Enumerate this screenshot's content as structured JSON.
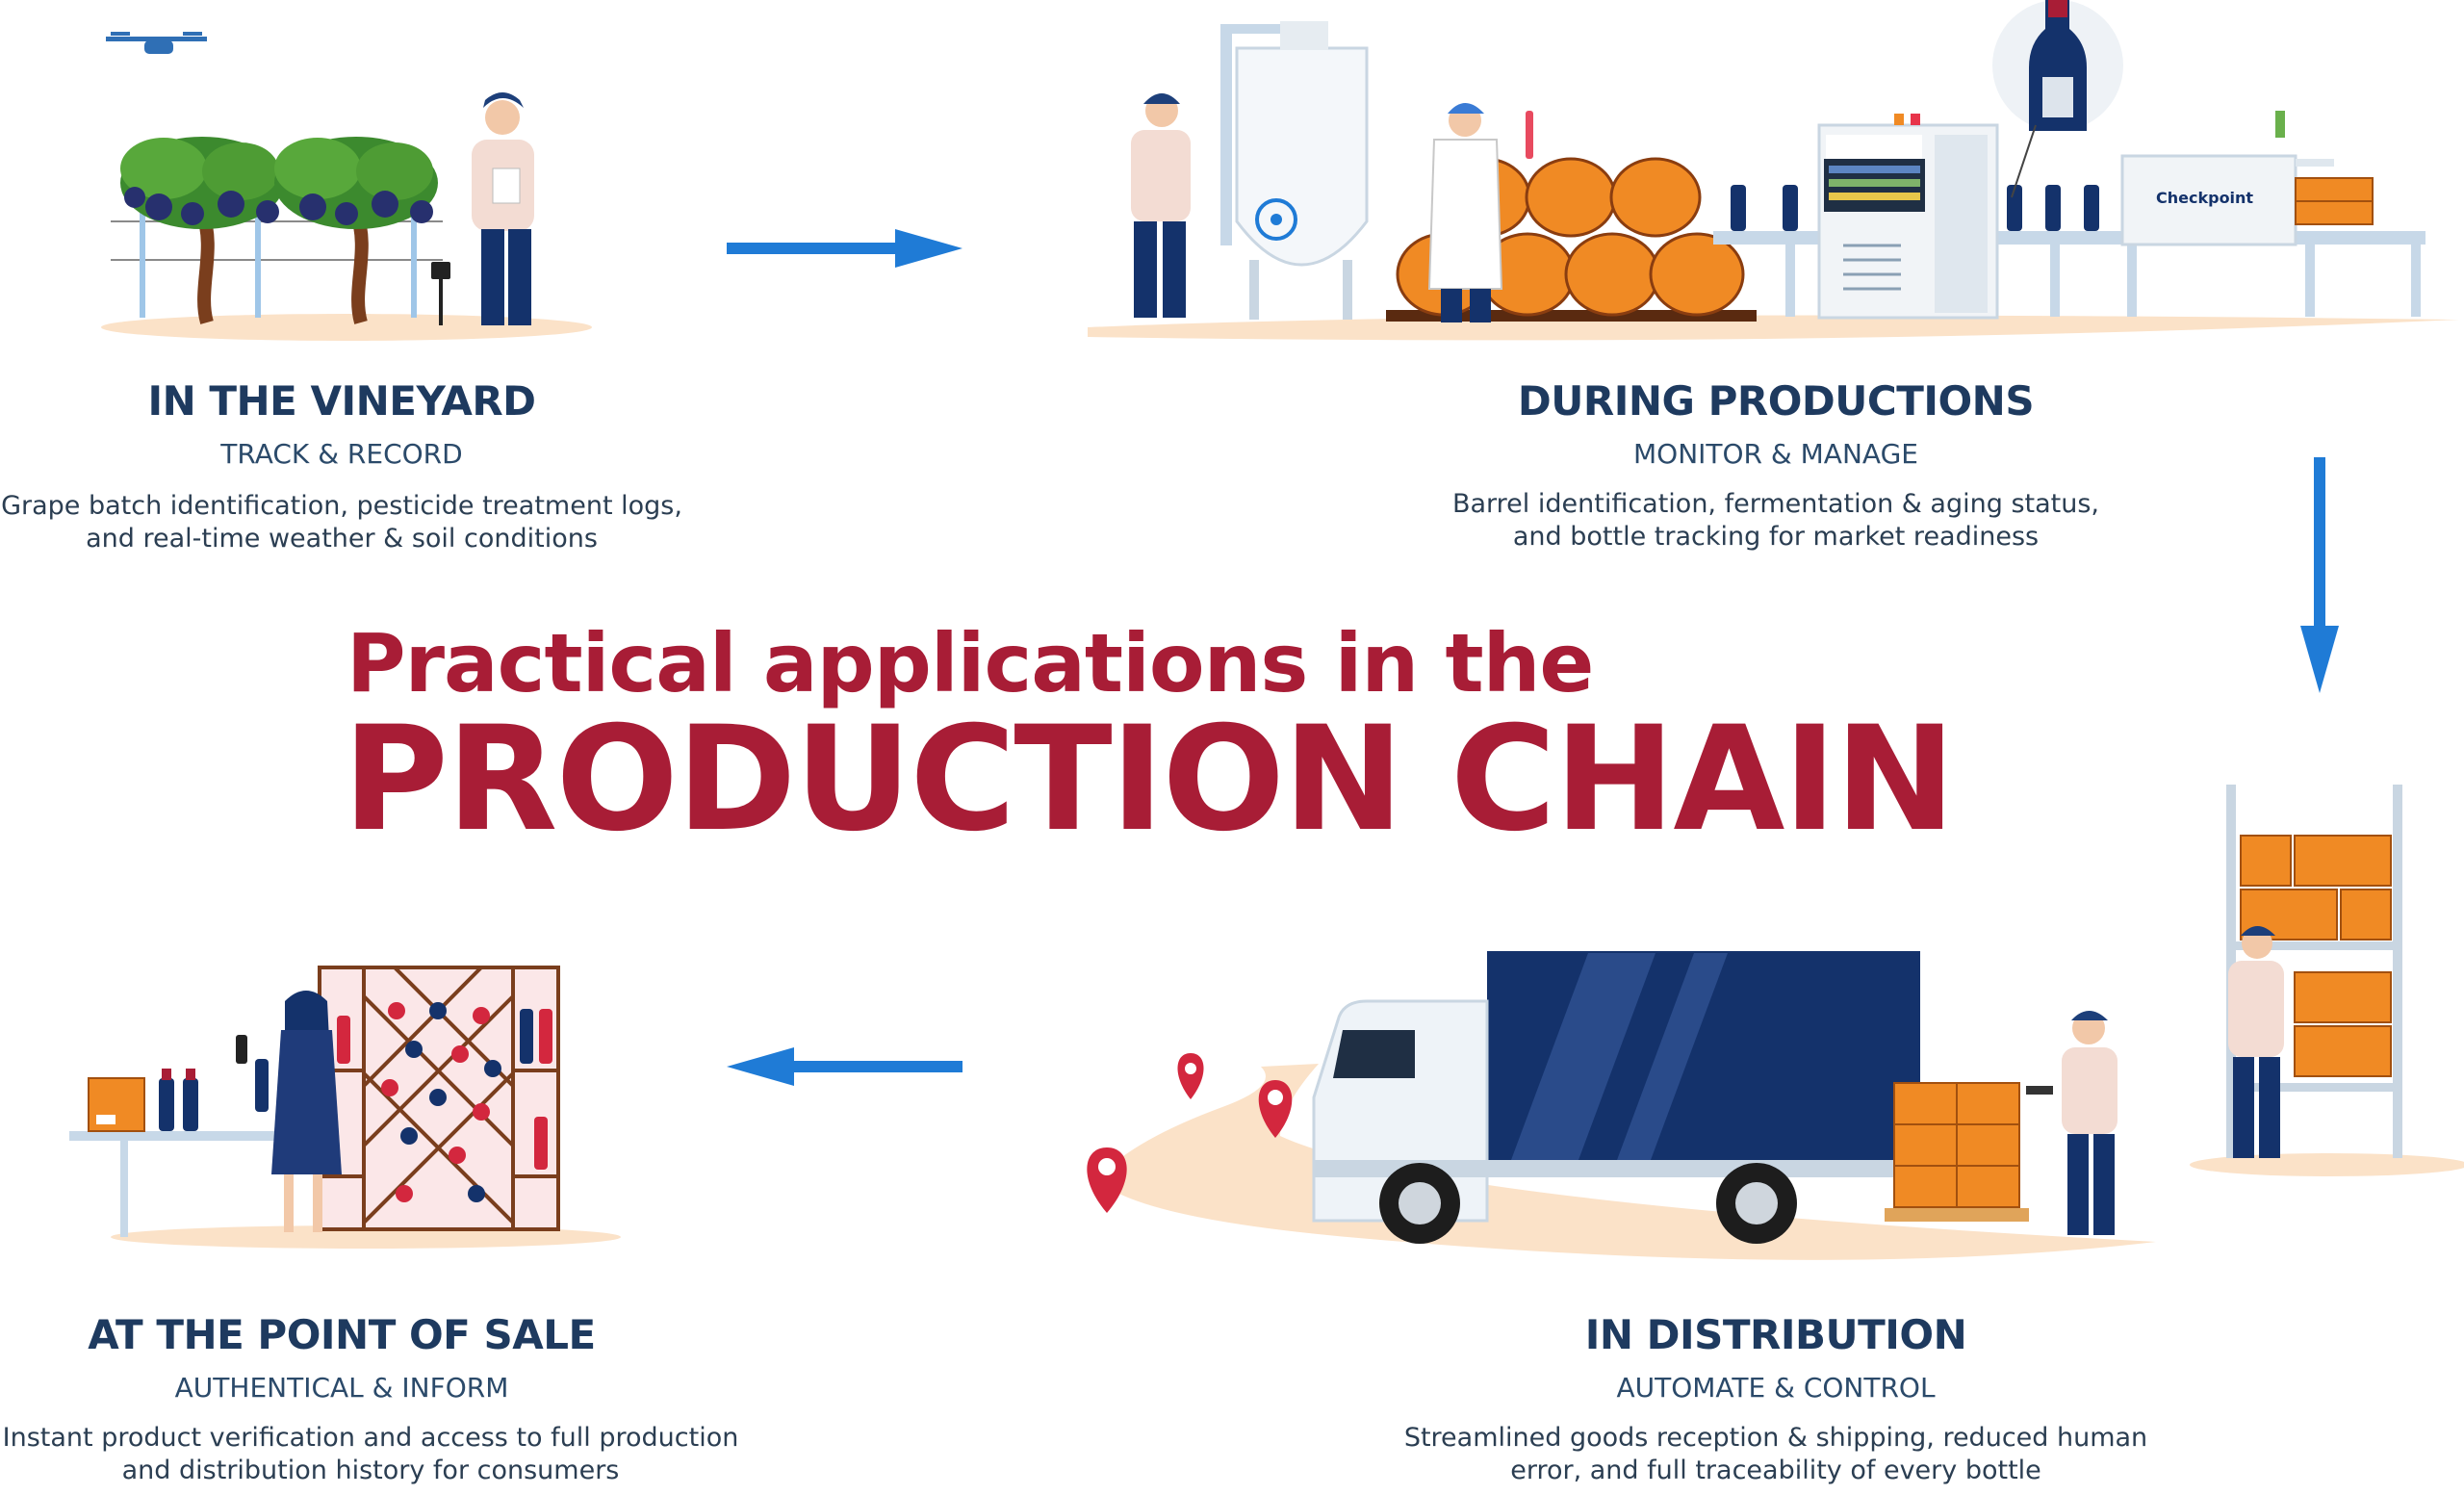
{
  "headline": {
    "line1": "Practical applications in the",
    "line2": "PRODUCTION CHAIN"
  },
  "stages": {
    "vineyard": {
      "title": "IN THE VINEYARD",
      "subtitle": "TRACK & RECORD",
      "desc1": "Grape batch identification, pesticide treatment logs,",
      "desc2": "and real-time weather & soil conditions"
    },
    "production": {
      "title": "DURING PRODUCTIONS",
      "subtitle": "MONITOR & MANAGE",
      "desc1": "Barrel identification,  fermentation & aging status,",
      "desc2": "and bottle tracking for market readiness"
    },
    "distribution": {
      "title": "IN DISTRIBUTION",
      "subtitle": "AUTOMATE & CONTROL",
      "desc1": "Streamlined goods reception & shipping, reduced human",
      "desc2": "error, and full traceability of every bottle"
    },
    "sale": {
      "title": "AT THE POINT OF SALE",
      "subtitle": "AUTHENTICAL & INFORM",
      "desc1": "Instant product verification and access to full production",
      "desc2": "and distribution history for consumers"
    }
  },
  "machine_label": "Checkpoint",
  "colors": {
    "accent_red": "#a81d36",
    "navy": "#1e3a5f",
    "arrow_blue": "#1f7bd6",
    "crate_orange": "#f08a24",
    "ground": "#fbe2c8"
  }
}
